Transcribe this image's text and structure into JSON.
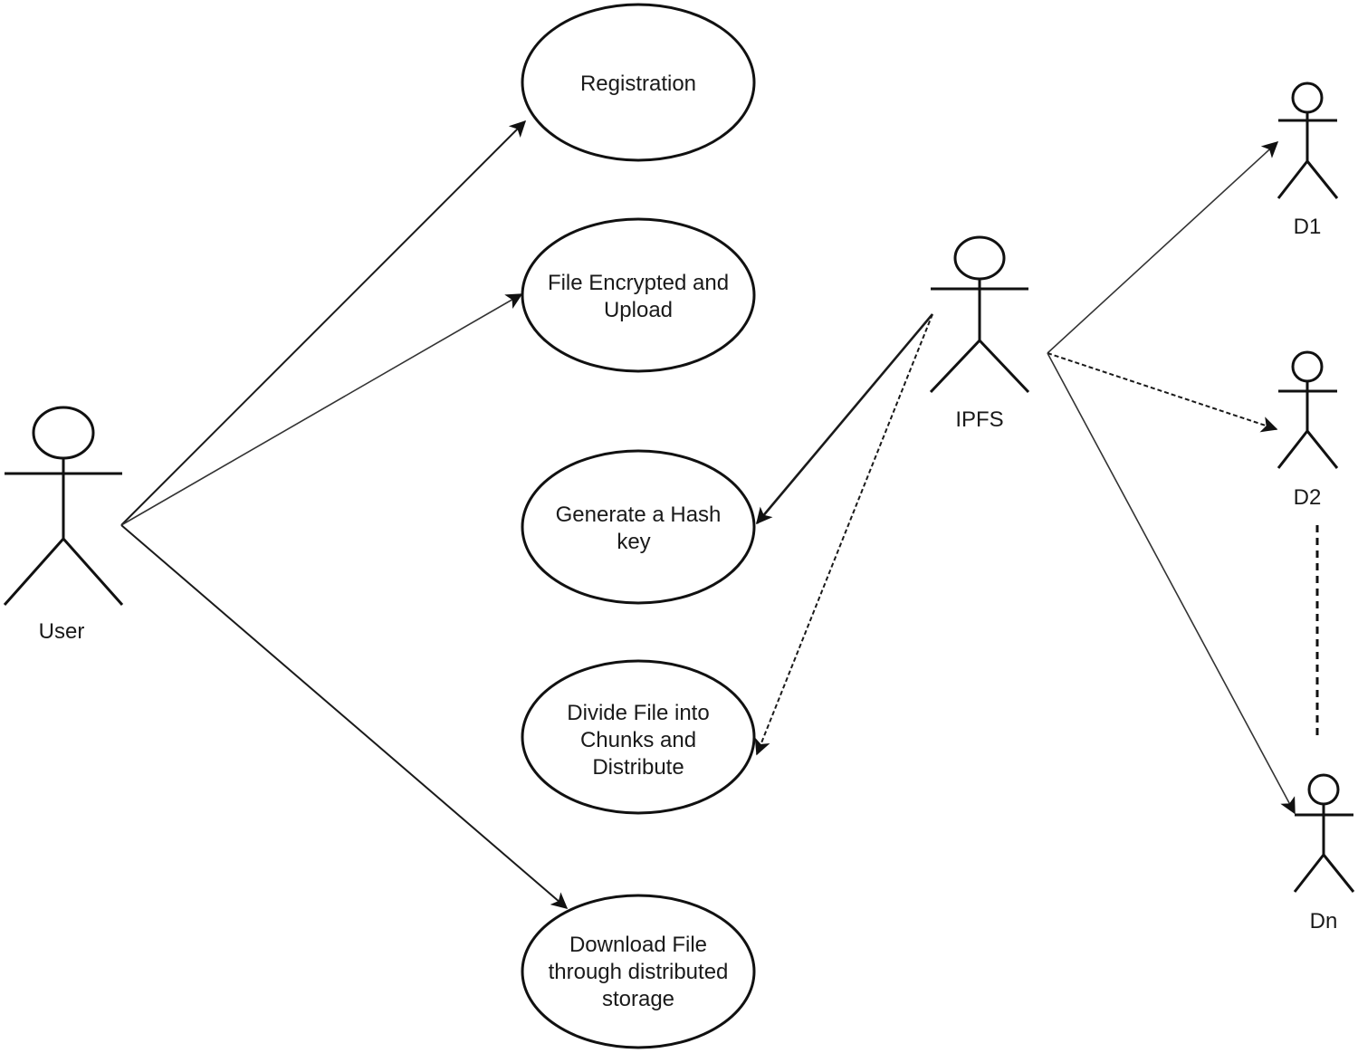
{
  "diagram": {
    "type": "uml-use-case",
    "actors": [
      {
        "id": "user",
        "label": "User"
      },
      {
        "id": "ipfs",
        "label": "IPFS"
      },
      {
        "id": "d1",
        "label": "D1"
      },
      {
        "id": "d2",
        "label": "D2"
      },
      {
        "id": "dn",
        "label": "Dn"
      }
    ],
    "use_cases": [
      {
        "id": "registration",
        "lines": [
          "Registration"
        ]
      },
      {
        "id": "encrypt-upload",
        "lines": [
          "File Encrypted and",
          "Upload"
        ]
      },
      {
        "id": "hash-key",
        "lines": [
          "Generate a Hash",
          "key"
        ]
      },
      {
        "id": "divide-chunks",
        "lines": [
          "Divide File into",
          "Chunks and",
          "Distribute"
        ]
      },
      {
        "id": "download",
        "lines": [
          "Download File",
          "through distributed",
          "storage"
        ]
      }
    ],
    "edges": [
      {
        "from": "user",
        "to": "registration",
        "style": "solid"
      },
      {
        "from": "user",
        "to": "encrypt-upload",
        "style": "solid"
      },
      {
        "from": "user",
        "to": "download",
        "style": "solid"
      },
      {
        "from": "ipfs",
        "to": "hash-key",
        "style": "solid"
      },
      {
        "from": "ipfs",
        "to": "divide-chunks",
        "style": "dashed"
      },
      {
        "from": "ipfs",
        "to": "d1",
        "style": "solid"
      },
      {
        "from": "ipfs",
        "to": "d2",
        "style": "dashed"
      },
      {
        "from": "ipfs",
        "to": "dn",
        "style": "solid"
      }
    ],
    "continuation_between": [
      "d2",
      "dn"
    ]
  }
}
